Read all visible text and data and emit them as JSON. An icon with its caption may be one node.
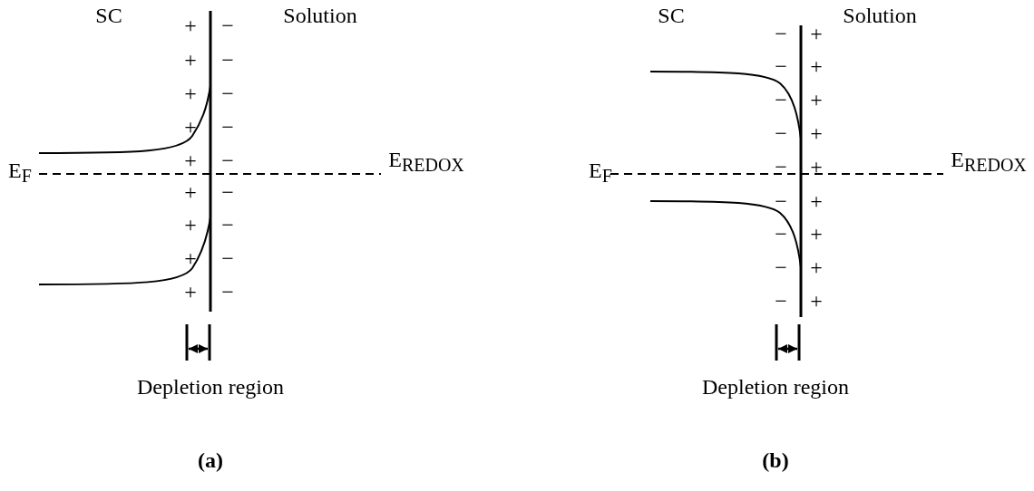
{
  "diagram": {
    "labels": [
      "SC",
      "Solution",
      "+",
      "−",
      "+",
      "−",
      "+",
      "−",
      "+",
      "−",
      "+",
      "−",
      "+",
      "−",
      "+",
      "−",
      "+",
      "−",
      "+",
      "−",
      "E$_{F}$",
      "E$_{REDOX}$",
      "Depletion region",
      "(a)",
      "SC",
      "Solution",
      "−",
      "+",
      "−",
      "+",
      "−",
      "+",
      "−",
      "+",
      "−",
      "+",
      "−",
      "+",
      "−",
      "+",
      "−",
      "+",
      "−",
      "+",
      "E$_{F}$",
      "E$_{REDOX}$",
      "Depletion region",
      "(b)"
    ]
  }
}
